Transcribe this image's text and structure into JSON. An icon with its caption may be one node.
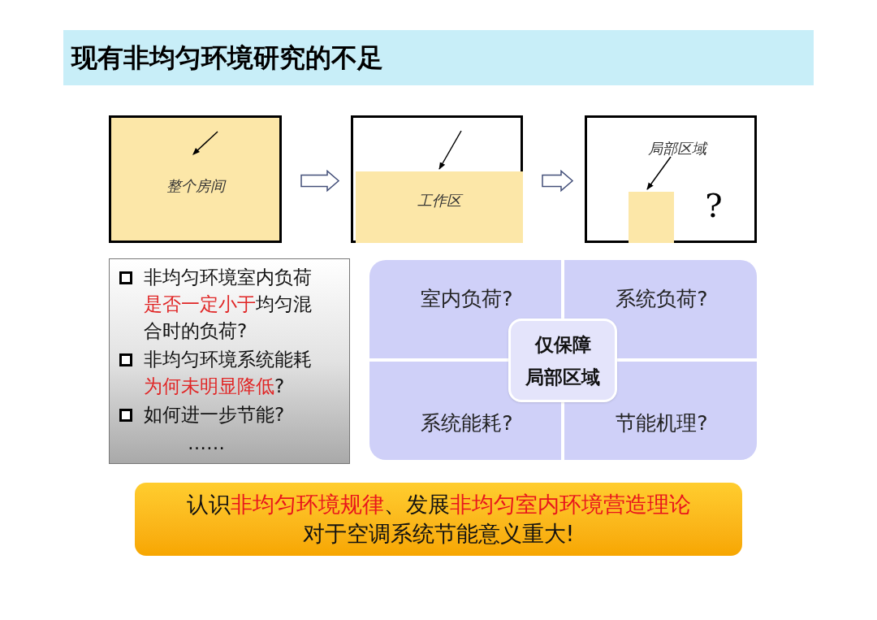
{
  "diagram": {
    "title": "现有非均匀环境研究的不足",
    "nodes": [
      {
        "text": [
          "整个房间"
        ]
      },
      {
        "text": [],
        "shape": "box"
      },
      {
        "text": [
          "工作区"
        ],
        "in": 1
      },
      {
        "text": [],
        "shape": "box"
      },
      {
        "text": [
          "局部区域"
        ],
        "in": 3
      },
      {
        "text": [],
        "shape": "box",
        "in": 3
      },
      {
        "text": [
          "?"
        ],
        "in": 3
      },
      {
        "text": [
          "非均匀环境室内负荷**是否一定小于**均匀混合时的负荷?",
          "非均匀环境系统能耗**为何未明显降低**?",
          "如何进一步节能?",
          "……"
        ]
      },
      {
        "text": [],
        "shape": "box"
      },
      {
        "text": [
          "室内负荷?"
        ],
        "in": 8
      },
      {
        "text": [
          "系统负荷?"
        ],
        "in": 8
      },
      {
        "text": [
          "系统能耗?"
        ],
        "in": 8
      },
      {
        "text": [
          "节能机理?"
        ],
        "in": 8
      },
      {
        "text": [
          "仅保障",
          "局部区域"
        ],
        "in": 8
      },
      {
        "text": [
          "认识**非均匀环境规律**、发展**非均匀室内环境营造理论**",
          "对于空调系统节能意义重大!"
        ]
      }
    ],
    "edges": [
      {
        "from": 0,
        "to": 1,
        "arrow": "to"
      },
      {
        "from": 1,
        "to": 3,
        "arrow": "to"
      },
      {
        "from": null,
        "to": 2,
        "arrow": "to"
      },
      {
        "from": 4,
        "to": 5,
        "arrow": "to"
      }
    ]
  }
}
